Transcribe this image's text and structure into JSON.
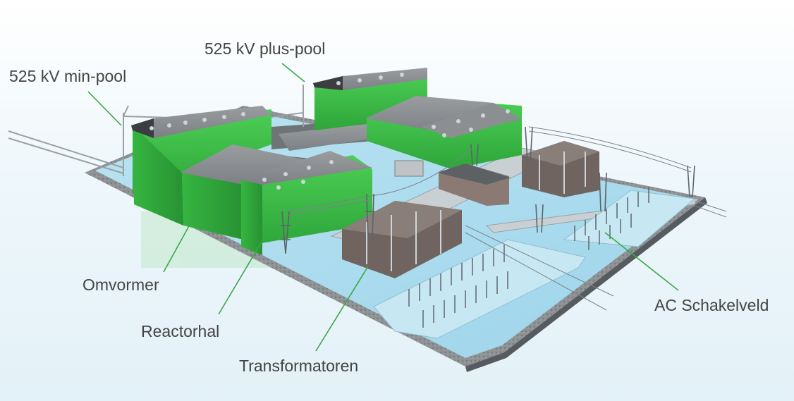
{
  "labels": {
    "min_pool": "525 kV min-pool",
    "plus_pool": "525 kV plus-pool",
    "omvormer": "Omvormer",
    "reactorhal": "Reactorhal",
    "transformatoren": "Transformatoren",
    "ac_schakelveld": "AC Schakelveld"
  },
  "colors": {
    "building_green": "#3ec24a",
    "roof_gray": "#8a8d90",
    "water_blue": "#a9dcee",
    "leader_green": "#3aa845",
    "label_text": "#444444"
  }
}
